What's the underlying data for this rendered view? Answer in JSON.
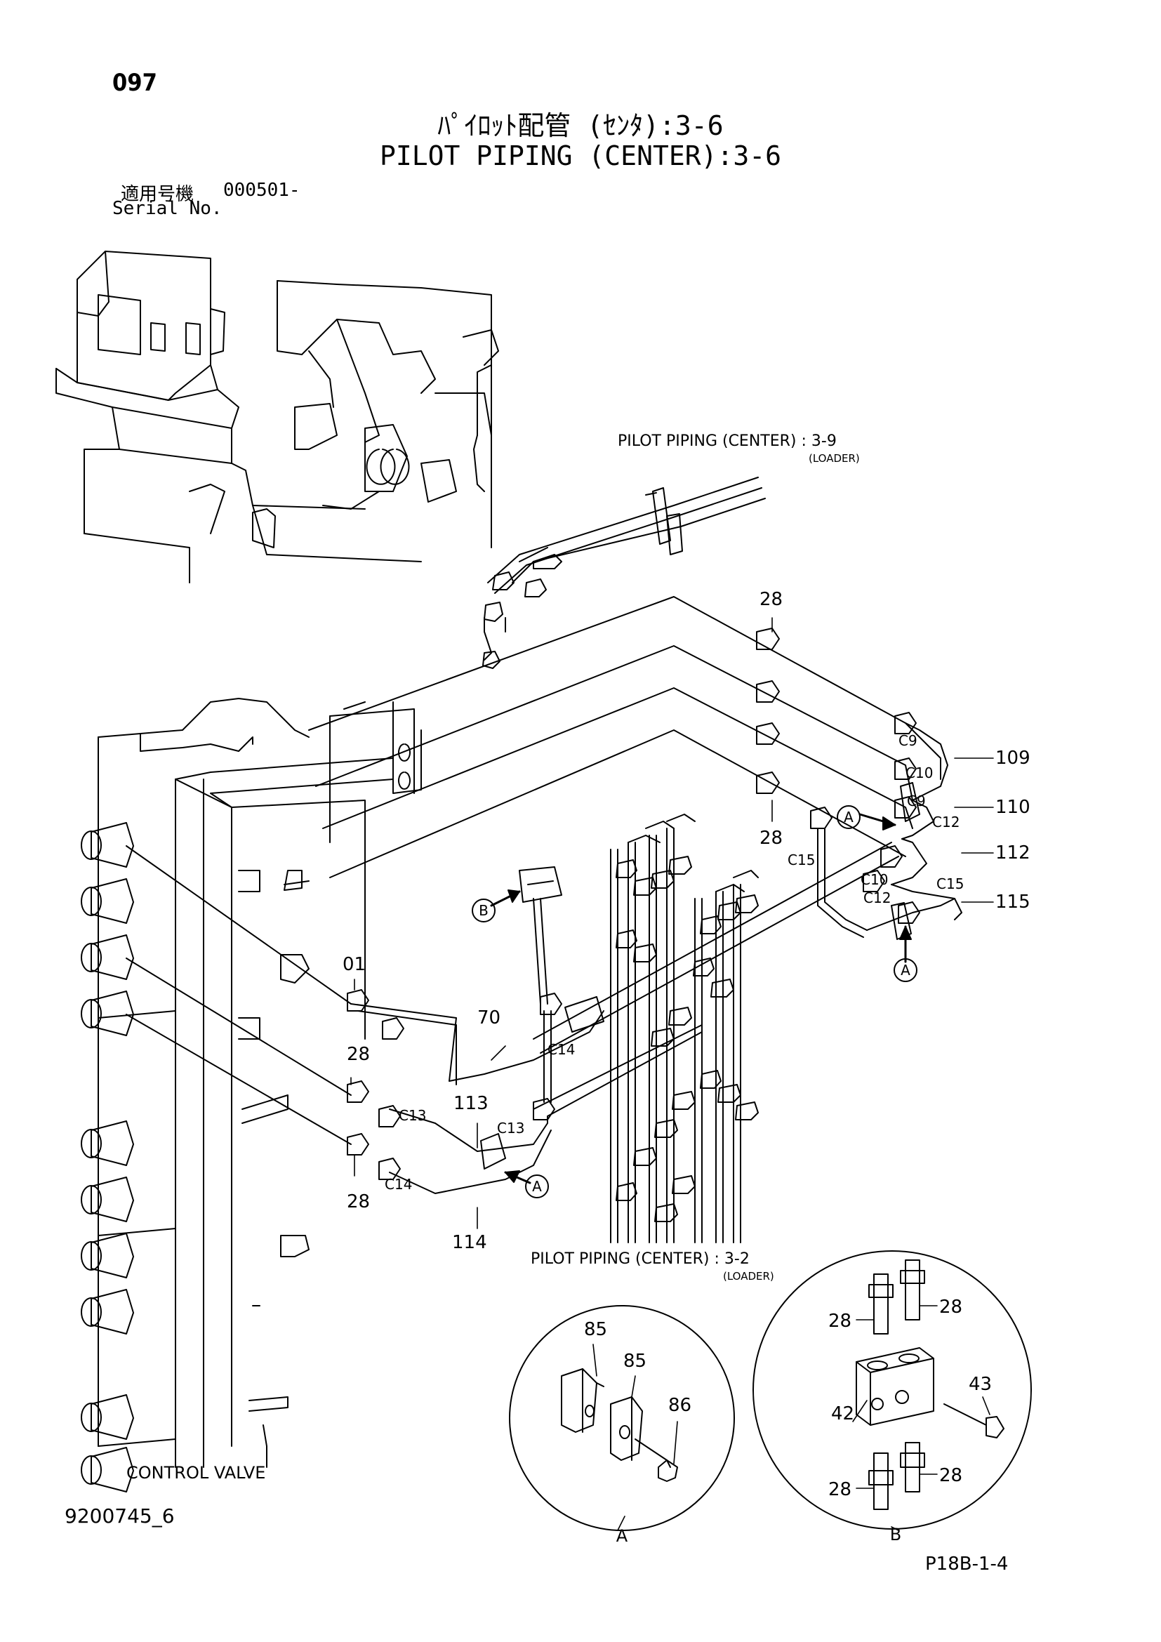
{
  "page_number": "097",
  "title_jp": "ﾊﾟｲﾛｯﾄ配管 (ｾﾝﾀ):3-6",
  "title_en": "PILOT PIPING (CENTER):3-6",
  "serial_label_jp": "適用号機",
  "serial_value": "000501-",
  "serial_label_en": "Serial No.",
  "document_id": "9200745_6",
  "sheet_id": "P18B-1-4",
  "references": {
    "top_ref": "PILOT PIPING (CENTER) : 3-9",
    "top_ref_sub": "(LOADER)",
    "bottom_ref": "PILOT PIPING (CENTER) : 3-2",
    "bottom_ref_sub": "(LOADER)"
  },
  "control_valve_label": "CONTROL VALVE",
  "part_numbers": {
    "p28": "28",
    "p01": "01",
    "p70": "70",
    "p109": "109",
    "p110": "110",
    "p112": "112",
    "p113": "113",
    "p114": "114",
    "p115": "115",
    "p42": "42",
    "p43": "43",
    "p85": "85",
    "p86": "86"
  },
  "connector_labels": {
    "c9": "C9",
    "c10": "C10",
    "c12": "C12",
    "c13": "C13",
    "c14": "C14",
    "c15": "C15"
  },
  "detail_markers": {
    "a": "A",
    "b": "B"
  }
}
